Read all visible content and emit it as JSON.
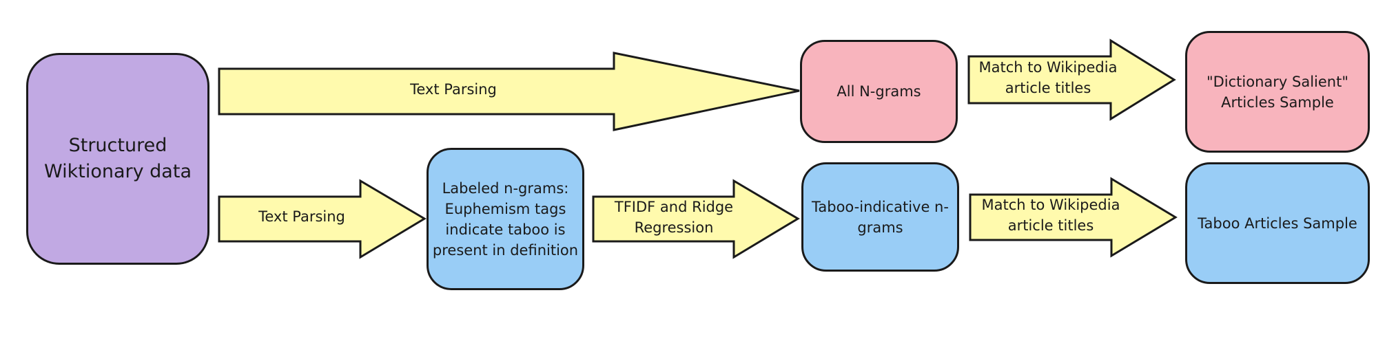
{
  "colors": {
    "purple": "#c1a9e3",
    "pink": "#f8b4bd",
    "blue": "#99cdf6",
    "yellow": "#fffaad",
    "stroke": "#1a1a1a"
  },
  "nodes": {
    "source": "Structured\nWiktionary data",
    "all_ngrams": "All N-grams",
    "dict_salient": "\"Dictionary Salient\"\nArticles Sample",
    "labeled_ngrams": "Labeled n-grams:\nEuphemism tags\nindicate taboo is\npresent in definition",
    "taboo_ngrams": "Taboo-indicative n-\ngrams",
    "taboo_articles": "Taboo Articles Sample"
  },
  "edges": {
    "text_parsing_top": "Text Parsing",
    "match_top": "Match to Wikipedia\narticle titles",
    "text_parsing_bottom": "Text Parsing",
    "tfidf": "TFIDF and Ridge\nRegression",
    "match_bottom": "Match to Wikipedia\narticle titles"
  }
}
